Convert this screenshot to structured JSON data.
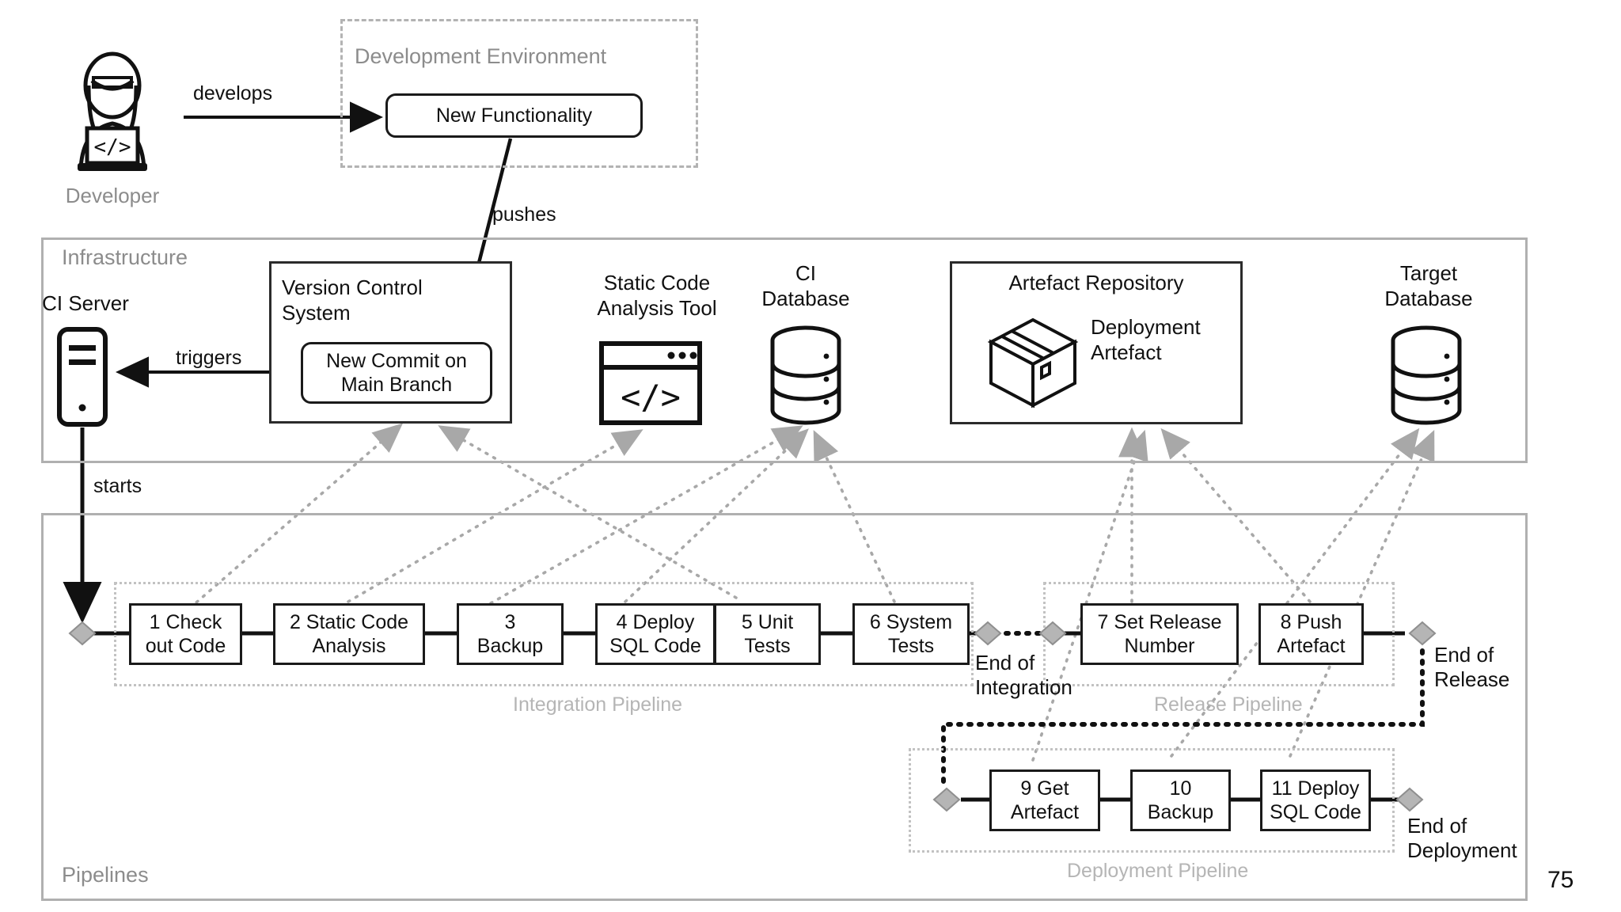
{
  "page": {
    "number": "75"
  },
  "actor": {
    "label": "Developer",
    "icon": "developer-person-laptop-code-icon"
  },
  "dev_env": {
    "title": "Development Environment",
    "node": {
      "label": "New Functionality"
    },
    "edge_develops": "develops",
    "edge_pushes": "pushes"
  },
  "infrastructure": {
    "title": "Infrastructure",
    "ci_server": {
      "label": "CI Server",
      "icon": "server-tower-icon"
    },
    "edge_triggers": "triggers",
    "edge_starts": "starts",
    "vcs": {
      "title": "Version Control\nSystem",
      "commit": "New Commit on\nMain Branch"
    },
    "static_analysis": {
      "label": "Static Code\nAnalysis Tool",
      "icon": "code-window-icon"
    },
    "ci_database": {
      "label": "CI\nDatabase",
      "icon": "database-cylinder-icon"
    },
    "artefact_repo": {
      "title": "Artefact Repository",
      "artefact_label": "Deployment\nArtefact",
      "icon": "package-box-icon"
    },
    "target_database": {
      "label": "Target\nDatabase",
      "icon": "database-cylinder-icon"
    }
  },
  "pipelines": {
    "title": "Pipelines",
    "integration": {
      "caption": "Integration Pipeline",
      "steps": [
        {
          "label": "1 Check\nout Code"
        },
        {
          "label": "2 Static Code\nAnalysis"
        },
        {
          "label": "3\nBackup"
        },
        {
          "label": "4 Deploy\nSQL Code"
        },
        {
          "label": "5 Unit\nTests"
        },
        {
          "label": "6 System\nTests"
        }
      ],
      "end_label": "End of\nIntegration"
    },
    "release": {
      "caption": "Release Pipeline",
      "steps": [
        {
          "label": "7 Set Release\nNumber"
        },
        {
          "label": "8 Push\nArtefact"
        }
      ],
      "end_label": "End of\nRelease"
    },
    "deployment": {
      "caption": "Deployment Pipeline",
      "steps": [
        {
          "label": "9 Get\nArtefact"
        },
        {
          "label": "10\nBackup"
        },
        {
          "label": "11 Deploy\nSQL Code"
        }
      ],
      "end_label": "End of\nDeployment"
    }
  },
  "colors": {
    "frame_grey": "#b0b0b0",
    "caption_grey": "#b5b5b5",
    "node_stroke": "#1a1a1a",
    "dotted_connector": "#a8a8a8",
    "diamond_fill": "#b5b5b5"
  }
}
